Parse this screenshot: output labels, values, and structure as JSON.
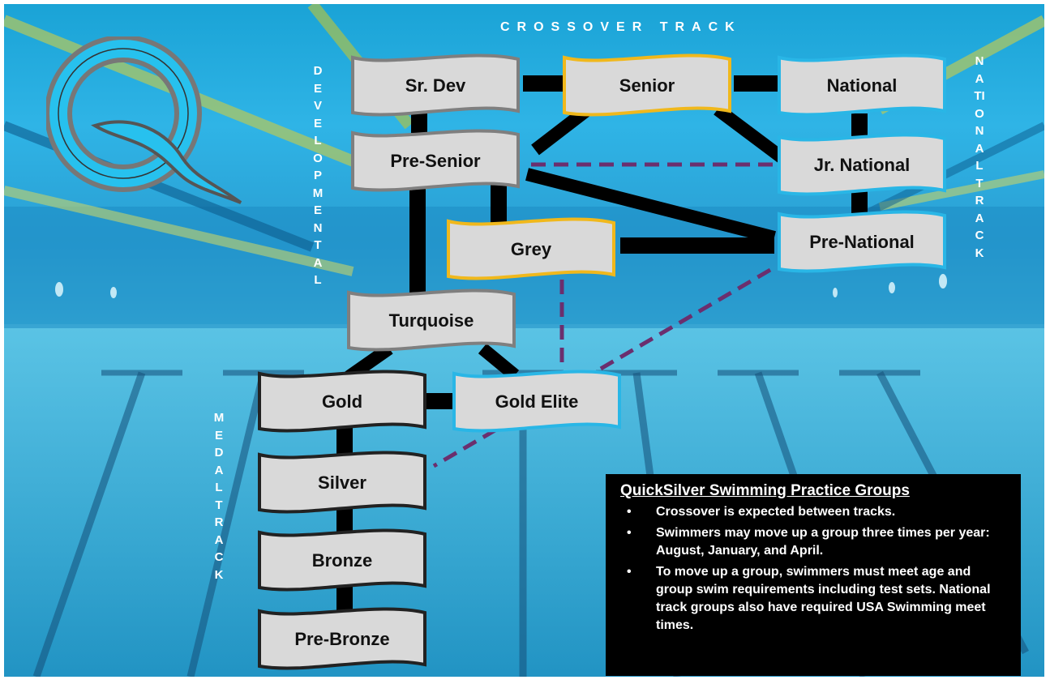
{
  "tracks": {
    "crossover": "CROSSOVER TRACK",
    "developmental": "DEVELOPMENTAL",
    "national": "NATIONAL TRACK",
    "medal": "MEDAL TRACK"
  },
  "groups": {
    "sr_dev": "Sr. Dev",
    "senior": "Senior",
    "national": "National",
    "pre_senior": "Pre-Senior",
    "jr_national": "Jr. National",
    "grey": "Grey",
    "pre_national": "Pre-National",
    "turquoise": "Turquoise",
    "gold": "Gold",
    "gold_elite": "Gold Elite",
    "silver": "Silver",
    "bronze": "Bronze",
    "pre_bronze": "Pre-Bronze"
  },
  "info": {
    "title": "QuickSilver Swimming Practice Groups",
    "bullets": [
      "Crossover is expected between tracks.",
      "Swimmers may move up a group three times per year:  August, January, and April.",
      "To move up a group, swimmers must meet age and group  swim requirements including test sets. National track  groups also have required USA Swimming meet times."
    ]
  },
  "colors": {
    "gray_border": "#7f7f7f",
    "gold_border": "#f0b81c",
    "blue_border": "#29b6e6",
    "node_fill": "#d9d9d9",
    "connector": "#000000",
    "dashed": "#6b2f6e"
  },
  "logo": {
    "icon": "quicksilver-q-logo"
  }
}
